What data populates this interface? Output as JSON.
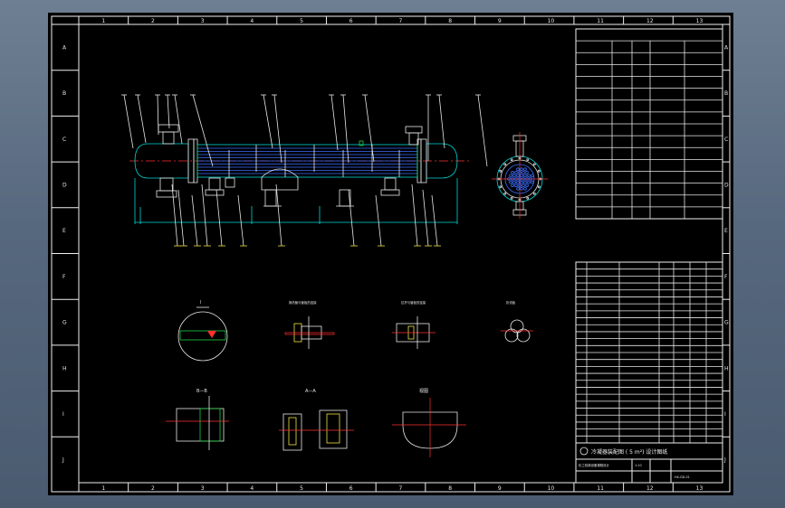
{
  "drawing": {
    "column_zones": [
      "1",
      "2",
      "3",
      "4",
      "5",
      "6",
      "7",
      "8",
      "9",
      "10",
      "11",
      "12",
      "13"
    ],
    "row_zones": [
      "A",
      "B",
      "C",
      "D",
      "E",
      "F",
      "G",
      "H",
      "I",
      "J"
    ],
    "title_block": {
      "title_line": "冷凝器装配图 ( 5 m²) 设计图纸",
      "unit": "化工机械设备课程设计",
      "drawing_no": "HX-GD-01",
      "scale": "1:10"
    },
    "detail_view_labels": [
      "I",
      "换热管与管板的连接",
      "拉杆与管板的连接",
      "折流板",
      "B—B",
      "A—A",
      "视图"
    ],
    "tech_table_rows": 16,
    "parts_list_rows": 26,
    "colors": {
      "background": "#000000",
      "frame": "#f0f0f0",
      "shell": "#00d8d8",
      "tubes": "#3a6dff",
      "centerline": "#ff3030",
      "leader_labels": "#f0e040",
      "welds": "#20d040"
    }
  }
}
